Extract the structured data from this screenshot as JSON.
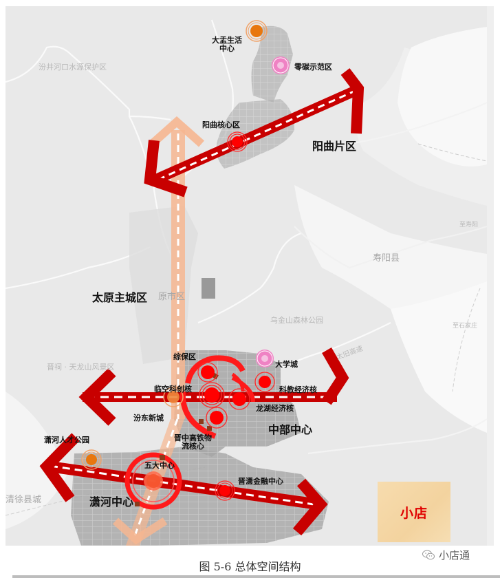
{
  "figure": {
    "caption": "图 5-6 总体空间结构",
    "watermark": "小店通",
    "stamp_text": "小店"
  },
  "colors": {
    "axis_red": "#c80000",
    "axis_orange": "#f5b38c",
    "node_red": "#ff0000",
    "node_orange": "#e8770f",
    "node_pink": "#ef82c4",
    "map_bg": "#efefef",
    "urban_gray": "#a9a9a9"
  },
  "regions": {
    "yangqu": "阳曲片区",
    "taiyuan_main": "太原主城区",
    "central": "中部中心",
    "xiaohe_center": "潇河中心"
  },
  "nodes": {
    "dameng": "大盂生活中心",
    "dameng_line1": "大盂生活",
    "dameng_line2": "中心",
    "zero_carbon": "零碳示范区",
    "yangqu_core": "阳曲核心区",
    "bonded": "综保区",
    "university": "大学城",
    "airport_innov": "临空科创核",
    "sci_edu": "科教经济核",
    "fendong": "汾东新城",
    "longhu": "龙湖经济核",
    "hsr_line1": "晋中高铁物",
    "hsr_line2": "流核心",
    "xiaohe_talent": "潇河人才公园",
    "wuda": "五大中心",
    "jinxiao_finance": "晋潇金融中心"
  },
  "background_labels": {
    "shouyang": "寿阳县",
    "qingxu": "清徐县城",
    "forest_park": "乌金山森林公园",
    "city_faded": "原市区",
    "scenic": "晋祠 · 天龙山风景区",
    "reserve": "汾井河口水源保护区",
    "to_shijiazhuang": "至石家庄",
    "to_shouyang": "至寿阳",
    "expressway": "太旧高速"
  },
  "legend_icons": {
    "wechat": "wechat-icon"
  }
}
